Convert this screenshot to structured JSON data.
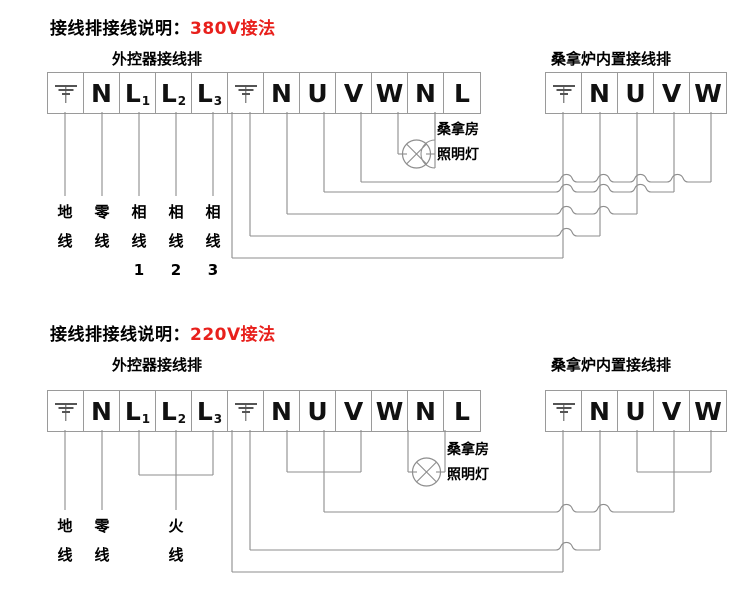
{
  "page": {
    "doc_type": "wiring-diagram",
    "language": "zh-CN"
  },
  "sections": [
    {
      "id": "380v",
      "title_prefix": "接线排接线说明：",
      "title_highlight": "380V接法",
      "highlight_color": "#e8201c",
      "left_block_label": "外控器接线排",
      "right_block_label": "桑拿炉内置接线排",
      "left_terminals": [
        "⏚",
        "N",
        "L1",
        "L2",
        "L3",
        "⏚",
        "N",
        "U",
        "V",
        "W",
        "N",
        "L"
      ],
      "right_terminals": [
        "⏚",
        "N",
        "U",
        "V",
        "W"
      ],
      "bottom_labels": [
        {
          "line1": "地",
          "line2": "线",
          "line3": ""
        },
        {
          "line1": "零",
          "line2": "线",
          "line3": ""
        },
        {
          "line1": "相",
          "line2": "线",
          "line3": "1"
        },
        {
          "line1": "相",
          "line2": "线",
          "line3": "2"
        },
        {
          "line1": "相",
          "line2": "线",
          "line3": "3"
        }
      ],
      "lamp": {
        "label_line1": "桑拿房",
        "label_line2": "照明灯",
        "symbol": "lamp-cross-circle"
      },
      "bridges": []
    },
    {
      "id": "220v",
      "title_prefix": "接线排接线说明：",
      "title_highlight": "220V接法",
      "highlight_color": "#e8201c",
      "left_block_label": "外控器接线排",
      "right_block_label": "桑拿炉内置接线排",
      "left_terminals": [
        "⏚",
        "N",
        "L1",
        "L2",
        "L3",
        "⏚",
        "N",
        "U",
        "V",
        "W",
        "N",
        "L"
      ],
      "right_terminals": [
        "⏚",
        "N",
        "U",
        "V",
        "W"
      ],
      "bottom_labels": [
        {
          "line1": "地",
          "line2": "线",
          "line3": ""
        },
        {
          "line1": "零",
          "line2": "线",
          "line3": ""
        },
        {
          "line1": "火",
          "line2": "线",
          "line3": ""
        }
      ],
      "lamp": {
        "label_line1": "桑拿房",
        "label_line2": "照明灯",
        "symbol": "lamp-cross-circle"
      },
      "bridges": [
        "L1-L2-L3",
        "U-V-W-left",
        "U-V-W-right"
      ]
    }
  ],
  "colors": {
    "wire": "#8d8d8d",
    "border": "#9a9a9a",
    "text": "#111111",
    "accent": "#e8201c",
    "background": "#ffffff"
  }
}
